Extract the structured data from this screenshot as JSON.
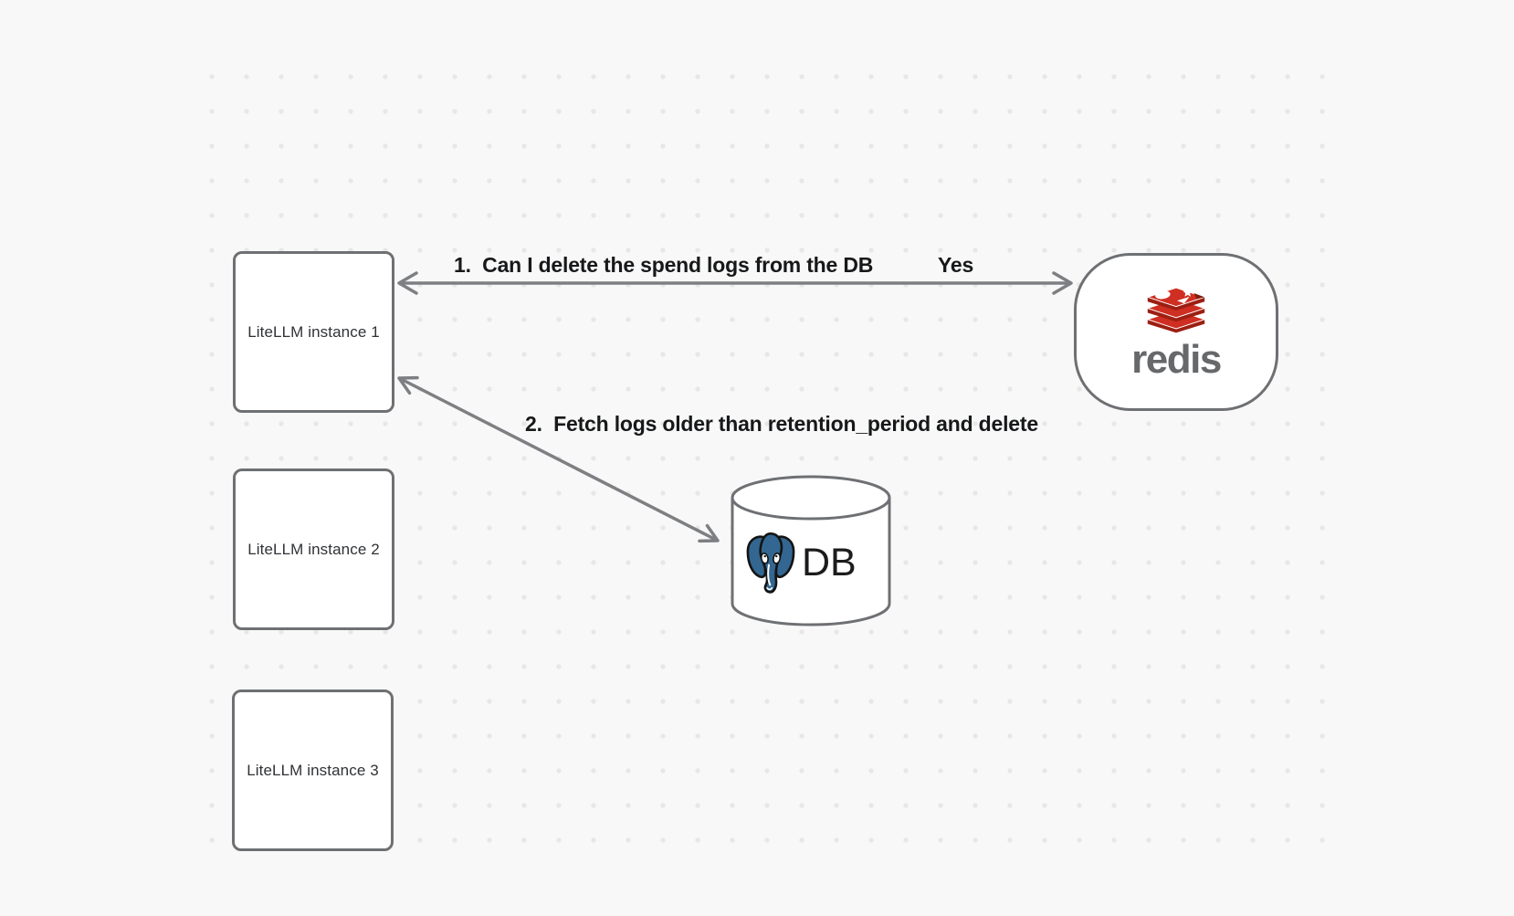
{
  "diagram": {
    "nodes": {
      "instance1": {
        "label": "LiteLLM instance 1"
      },
      "instance2": {
        "label": "LiteLLM instance 2"
      },
      "instance3": {
        "label": "LiteLLM instance 3"
      },
      "redis": {
        "wordmark": "redis",
        "logo_icon": "redis-stack-logo"
      },
      "db": {
        "label": "DB",
        "logo_icon": "postgresql-elephant-logo"
      }
    },
    "edges": {
      "edge1": {
        "label": "1.  Can I delete the spend logs from the DB",
        "response": "Yes",
        "between": [
          "instance1",
          "redis"
        ],
        "bidirectional": true
      },
      "edge2": {
        "label": "2.  Fetch logs older than retention_period and delete",
        "between": [
          "instance1",
          "db"
        ],
        "bidirectional": true
      }
    },
    "colors": {
      "background": "#f8f8f8",
      "grid_dot": "#e7e7e7",
      "shape_stroke": "#6e7073",
      "arrow": "#7d7f82",
      "edge_label_text": "#17181a",
      "node_label_text": "#303236",
      "redis_red": "#cf2f22",
      "redis_red_dark": "#9c1f12",
      "redis_wordmark_gray": "#66686a",
      "postgres_blue": "#336791",
      "db_label_text": "#1c1c1e"
    }
  }
}
